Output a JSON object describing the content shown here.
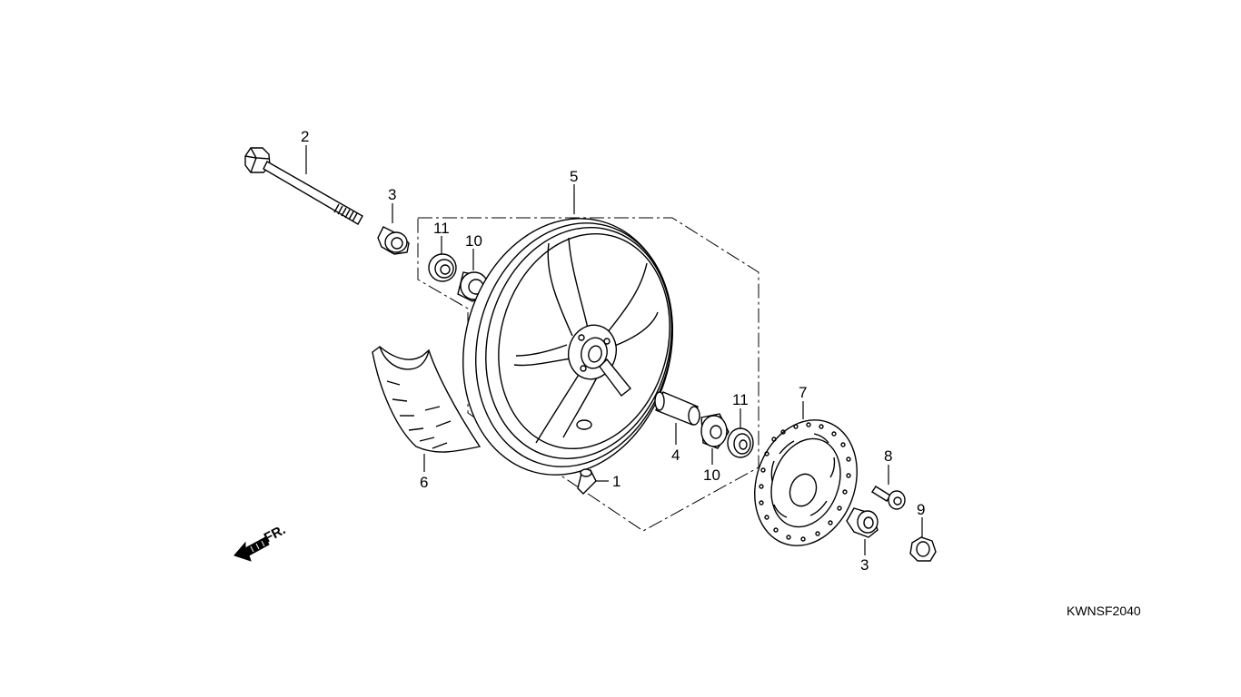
{
  "diagram_code": "KWNSF2040",
  "direction_label": "FR.",
  "callouts": {
    "valve": "1",
    "axle_bolt": "2",
    "collar_left": "3",
    "collar_right": "3",
    "distance_collar": "4",
    "wheel": "5",
    "fender": "6",
    "disk": "7",
    "disk_bolt": "8",
    "axle_nut": "9",
    "seal_left": "10",
    "seal_right": "10",
    "bearing_left": "11",
    "bearing_right": "11"
  }
}
